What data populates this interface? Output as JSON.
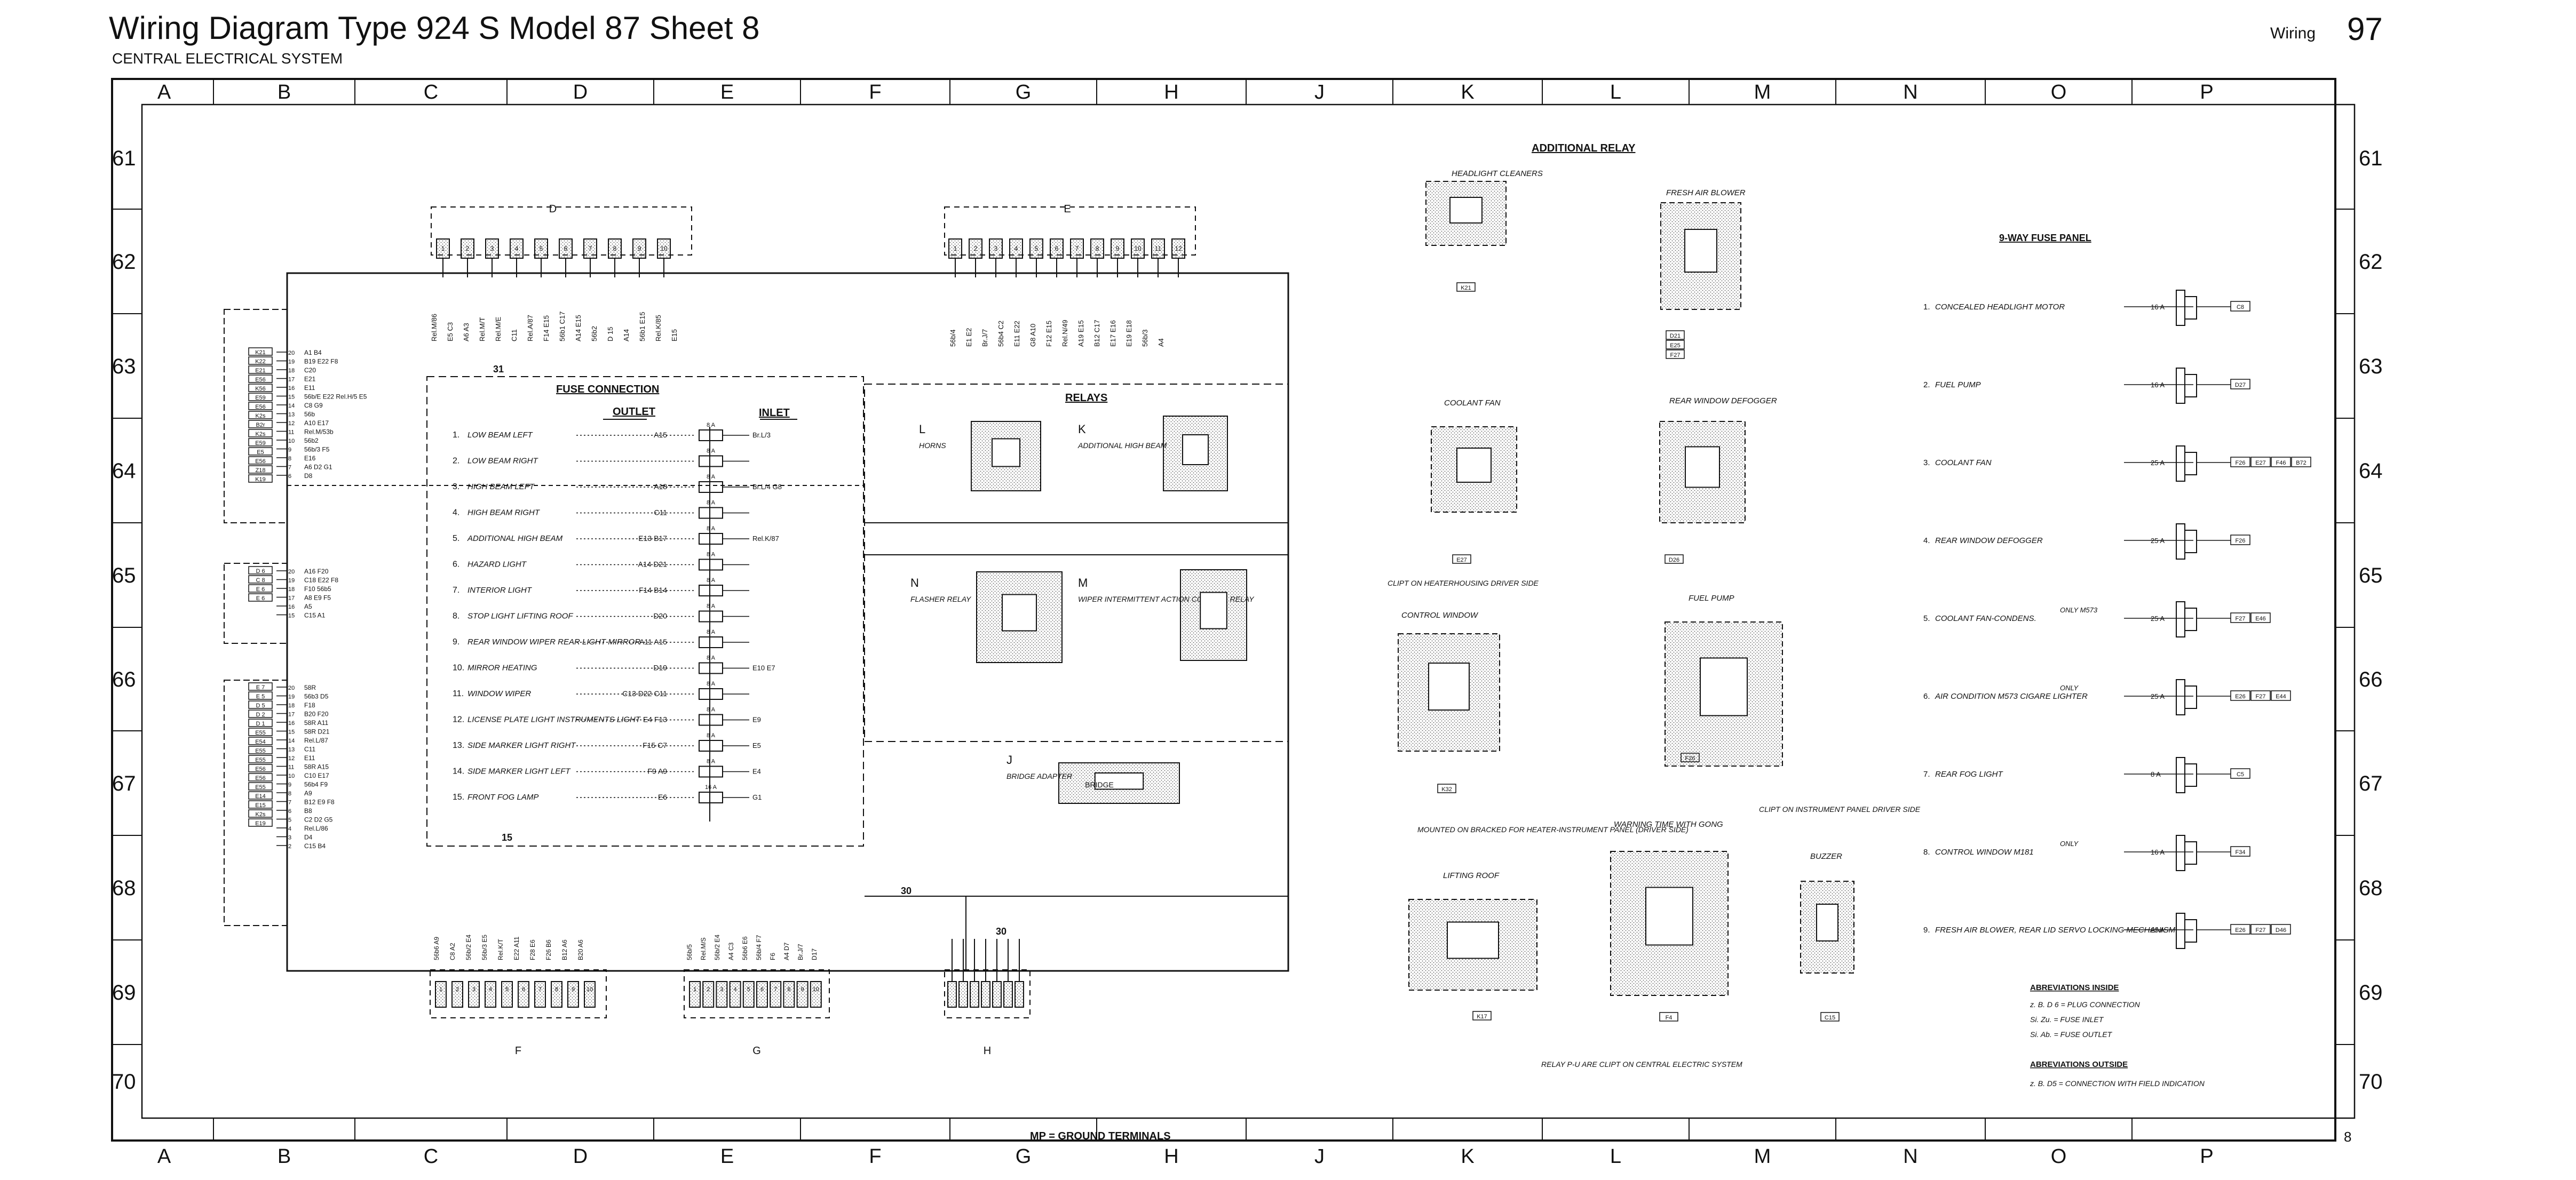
{
  "header": {
    "title": "Wiring Diagram Type 924 S Model 87 Sheet 8",
    "subtitle": "CENTRAL ELECTRICAL SYSTEM",
    "section": "Wiring",
    "page_number": "97"
  },
  "grid": {
    "columns": [
      "A",
      "B",
      "C",
      "D",
      "E",
      "F",
      "G",
      "H",
      "J",
      "K",
      "L",
      "M",
      "N",
      "O",
      "P"
    ],
    "rows": [
      "61",
      "62",
      "63",
      "64",
      "65",
      "66",
      "67",
      "68",
      "69",
      "70"
    ],
    "sheet_marker": "8"
  },
  "footer_label": "MP = GROUND TERMINALS",
  "fuse_connection": {
    "title": "FUSE CONNECTION",
    "outlet_label": "OUTLET",
    "inlet_label": "INLET",
    "terminal_top": "31",
    "terminal_bottom": "15",
    "items": [
      {
        "no": "1.",
        "label": "LOW BEAM LEFT",
        "out": "A15",
        "rating": "8 A",
        "inlet": "Br.L/3"
      },
      {
        "no": "2.",
        "label": "LOW BEAM RIGHT",
        "out": "",
        "rating": "8 A",
        "inlet": ""
      },
      {
        "no": "3.",
        "label": "HIGH BEAM LEFT",
        "out": "A18",
        "rating": "8 A",
        "inlet": "Br.L/4 G8"
      },
      {
        "no": "4.",
        "label": "HIGH BEAM RIGHT",
        "out": "C11",
        "rating": "8 A",
        "inlet": ""
      },
      {
        "no": "5.",
        "label": "ADDITIONAL HIGH BEAM",
        "out": "E13 B17",
        "rating": "8 A",
        "inlet": "Rel.K/87"
      },
      {
        "no": "6.",
        "label": "HAZARD LIGHT",
        "out": "A14 D21",
        "rating": "8 A",
        "inlet": ""
      },
      {
        "no": "7.",
        "label": "INTERIOR LIGHT",
        "out": "F14 B14",
        "rating": "8 A",
        "inlet": ""
      },
      {
        "no": "8.",
        "label": "STOP LIGHT LIFTING ROOF",
        "out": "D20",
        "rating": "8 A",
        "inlet": ""
      },
      {
        "no": "9.",
        "label": "REAR WINDOW WIPER REAR LIGHT MIRROR",
        "out": "A11 A15",
        "rating": "8 A",
        "inlet": ""
      },
      {
        "no": "10.",
        "label": "MIRROR HEATING",
        "out": "D19",
        "rating": "8 A",
        "inlet": "E10 E7"
      },
      {
        "no": "11.",
        "label": "WINDOW WIPER",
        "out": "C13 D22 C11",
        "rating": "8 A",
        "inlet": ""
      },
      {
        "no": "12.",
        "label": "LICENSE PLATE LIGHT INSTRUMENTS LIGHT",
        "out": "E4 F13",
        "rating": "8 A",
        "inlet": "E9"
      },
      {
        "no": "13.",
        "label": "SIDE MARKER LIGHT RIGHT",
        "out": "F15 C7",
        "rating": "8 A",
        "inlet": "E5"
      },
      {
        "no": "14.",
        "label": "SIDE MARKER LIGHT LEFT",
        "out": "F9 A9",
        "rating": "8 A",
        "inlet": "E4"
      },
      {
        "no": "15.",
        "label": "FRONT FOG LAMP",
        "out": "E6",
        "rating": "16 A",
        "inlet": "G1"
      }
    ]
  },
  "relays": {
    "title": "RELAYS",
    "items": [
      {
        "letter": "L",
        "name": "HORNS"
      },
      {
        "letter": "K",
        "name": "ADDITIONAL HIGH BEAM"
      },
      {
        "letter": "N",
        "name": "FLASHER RELAY"
      },
      {
        "letter": "M",
        "name": "WIPER INTERMITTENT ACTION CONTROL RELAY"
      },
      {
        "letter": "J",
        "name": "BRIDGE ADAPTER"
      }
    ],
    "bridge_label": "BRIDGE"
  },
  "additional_relay": {
    "title": "ADDITIONAL RELAY",
    "items": [
      {
        "name": "HEADLIGHT CLEANERS",
        "ref": "K21"
      },
      {
        "name": "FRESH AIR BLOWER",
        "ref": "D21 E25 F27"
      },
      {
        "name": "COOLANT FAN",
        "ref": "E27"
      },
      {
        "name": "REAR WINDOW DEFOGGER",
        "ref": "D26"
      },
      {
        "name": "CONTROL WINDOW",
        "ref": "K32"
      },
      {
        "name": "FUEL PUMP",
        "ref": "F26"
      },
      {
        "name": "LIFTING ROOF",
        "ref": "K17"
      },
      {
        "name": "WARNING TIME WITH GONG",
        "ref": "F4"
      },
      {
        "name": "BUZZER",
        "ref": "C15"
      }
    ],
    "notes": [
      "CLIPT ON HEATERHOUSING DRIVER SIDE",
      "MOUNTED ON BRACKED FOR HEATER-INSTRUMENT PANEL (DRIVER SIDE)",
      "CLIPT ON INSTRUMENT PANEL DRIVER SIDE",
      "RELAY P-U ARE CLIPT ON CENTRAL ELECTRIC SYSTEM"
    ]
  },
  "fuse_panel": {
    "title": "9-WAY FUSE PANEL",
    "items": [
      {
        "no": "1.",
        "label": "CONCEALED HEADLIGHT MOTOR",
        "rating": "16 A",
        "refs": [
          "C8"
        ]
      },
      {
        "no": "2.",
        "label": "FUEL PUMP",
        "rating": "16 A",
        "refs": [
          "D27"
        ]
      },
      {
        "no": "3.",
        "label": "COOLANT FAN",
        "rating": "25 A",
        "refs": [
          "F26",
          "E27",
          "F46",
          "B72"
        ]
      },
      {
        "no": "4.",
        "label": "REAR WINDOW DEFOGGER",
        "rating": "25 A",
        "refs": [
          "F26"
        ]
      },
      {
        "no": "5.",
        "label": "COOLANT FAN-CONDENS.",
        "extra": "ONLY M573",
        "rating": "25 A",
        "refs": [
          "F27",
          "E46"
        ]
      },
      {
        "no": "6.",
        "label": "AIR CONDITION M573 CIGARE LIGHTER",
        "extra": "ONLY",
        "rating": "25 A",
        "refs": [
          "E26",
          "F27",
          "E44"
        ]
      },
      {
        "no": "7.",
        "label": "REAR FOG LIGHT",
        "rating": "8 A",
        "refs": [
          "C5"
        ]
      },
      {
        "no": "8.",
        "label": "CONTROL WINDOW M181",
        "extra": "ONLY",
        "rating": "16 A",
        "refs": [
          "F34"
        ]
      },
      {
        "no": "9.",
        "label": "FRESH AIR BLOWER, REAR LID SERVO LOCKING MECHANISM",
        "rating": "25 A",
        "refs": [
          "E26",
          "F27",
          "D46"
        ]
      }
    ]
  },
  "abbreviations": {
    "inside_title": "ABREVIATIONS INSIDE",
    "inside_lines": [
      "z. B. D 6 = PLUG CONNECTION",
      "Si. Zu. = FUSE INLET",
      "Si. Ab. = FUSE OUTLET"
    ],
    "outside_title": "ABREVIATIONS OUTSIDE",
    "outside_lines": [
      "z. B. D5 = CONNECTION WITH FIELD INDICATION"
    ]
  },
  "connectors": {
    "left_top": [
      "K21",
      "K22",
      "E21",
      "E56",
      "K56",
      "E59",
      "E56",
      "K2s",
      "B2r",
      "K2s",
      "E59",
      "E5",
      "E56",
      "Z18",
      "K19"
    ],
    "left_top_labels": [
      "A1 B4",
      "B19 E22 F8",
      "C20",
      "E21",
      "E11",
      "56b/E E22 Rel.H/5 E5",
      "C8 G9",
      "56b",
      "A10 E17",
      "Rel.M/53b",
      "56b2",
      "56b/3 F5",
      "E16",
      "A6 D2 G1",
      "D8"
    ],
    "left_mid": [
      "D 6",
      "C 8",
      "E 6",
      "E 6"
    ],
    "left_mid_labels": [
      "A16 F20",
      "C18 E22 F8",
      "F10 56b5",
      "A8 E9 F5",
      "A5",
      "C15 A1"
    ],
    "left_low": [
      "E 7",
      "E 5",
      "D 5",
      "D 2",
      "D 1"
    ],
    "left_low_labels": [
      "58R",
      "56b3 D5",
      "F18",
      "B20 F20",
      "58R A11",
      "58R D21",
      "Rel.L/87",
      "C11",
      "E11",
      "58R A15",
      "C10 E17",
      "56b4 F9",
      "A9",
      "B12 E9 F8",
      "B8",
      "C2 D2 G5",
      "Rel.L/86",
      "D4",
      "C15 B4"
    ],
    "left_low2": [
      "E55",
      "E54",
      "E55",
      "E55",
      "E56",
      "E56",
      "E55",
      "E14",
      "E15",
      "K2s",
      "E19"
    ],
    "top_D": [
      "D",
      "1",
      "2",
      "3",
      "4",
      "5",
      "6",
      "7",
      "8",
      "9",
      "10"
    ],
    "top_E": [
      "E",
      "1",
      "2",
      "3",
      "4",
      "5",
      "6",
      "7",
      "8",
      "9",
      "10",
      "11",
      "12"
    ],
    "bottom_F": [
      "F",
      "1",
      "2",
      "3",
      "4",
      "5",
      "6",
      "7",
      "8",
      "9",
      "10"
    ],
    "bottom_G": [
      "G",
      "1",
      "2",
      "3",
      "4",
      "5",
      "6",
      "7",
      "8",
      "9",
      "10"
    ],
    "bottom_H": [
      "H"
    ],
    "terminal_30": "30"
  }
}
